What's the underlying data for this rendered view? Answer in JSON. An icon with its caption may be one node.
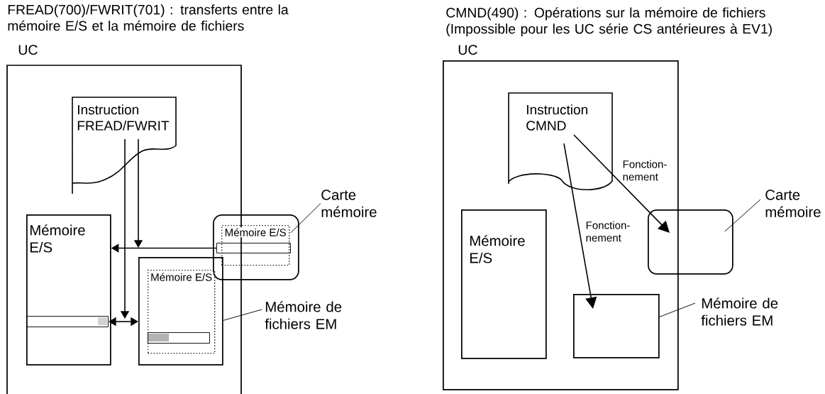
{
  "diagram": {
    "nodes": [
      {
        "text": [
          "UC"
        ]
      },
      {
        "text": [
          "Instruction FREAD/FWRIT"
        ],
        "in": 0
      },
      {
        "text": [
          "Mémoire E/S"
        ],
        "in": 0
      },
      {
        "text": [],
        "shape": "bar",
        "in": 2
      },
      {
        "text": [],
        "shape": "box"
      },
      {
        "text": [
          "Mémoire E/S"
        ],
        "in": 4
      },
      {
        "text": [],
        "shape": "bar",
        "in": 5
      },
      {
        "text": [],
        "shape": "box",
        "in": 0
      },
      {
        "text": [
          "Mémoire E/S"
        ],
        "in": 7
      },
      {
        "text": [],
        "shape": "bar",
        "in": 8
      },
      {
        "text": [
          "Carte mémoire"
        ]
      },
      {
        "text": [
          "Mémoire de fichiers EM"
        ]
      },
      {
        "text": [
          "UC"
        ]
      },
      {
        "text": [
          "Instruction CMND"
        ],
        "in": 12
      },
      {
        "text": [
          "Mémoire E/S"
        ],
        "in": 12
      },
      {
        "text": [],
        "shape": "box"
      },
      {
        "text": [],
        "shape": "box",
        "in": 12
      },
      {
        "text": [
          "Carte mémoire"
        ]
      },
      {
        "text": [
          "Mémoire de fichiers EM"
        ]
      }
    ],
    "edges": [
      {
        "from": 1,
        "to": null,
        "arrow": "to"
      },
      {
        "from": 1,
        "to": null,
        "arrow": "to"
      },
      {
        "from": 6,
        "to": 2,
        "arrow": "to"
      },
      {
        "from": 3,
        "to": 7,
        "arrow": "both"
      },
      {
        "from": 10,
        "to": 4,
        "arrow": "none"
      },
      {
        "from": 11,
        "to": 7,
        "arrow": "none"
      },
      {
        "from": 13,
        "to": 15,
        "arrow": "to",
        "label": "Fonction- nement"
      },
      {
        "from": 13,
        "to": 16,
        "arrow": "to",
        "label": "Fonction- nement"
      },
      {
        "from": 17,
        "to": 15,
        "arrow": "none"
      },
      {
        "from": 18,
        "to": 16,
        "arrow": "none"
      }
    ],
    "labels": [
      "FREAD(700)/FWRIT(701) : transferts entre la mémoire E/S et la mémoire de fichiers",
      "CMND(490) : Opérations sur la mémoire de fichiers (Impossible pour les UC série CS antérieures à EV1)"
    ]
  }
}
